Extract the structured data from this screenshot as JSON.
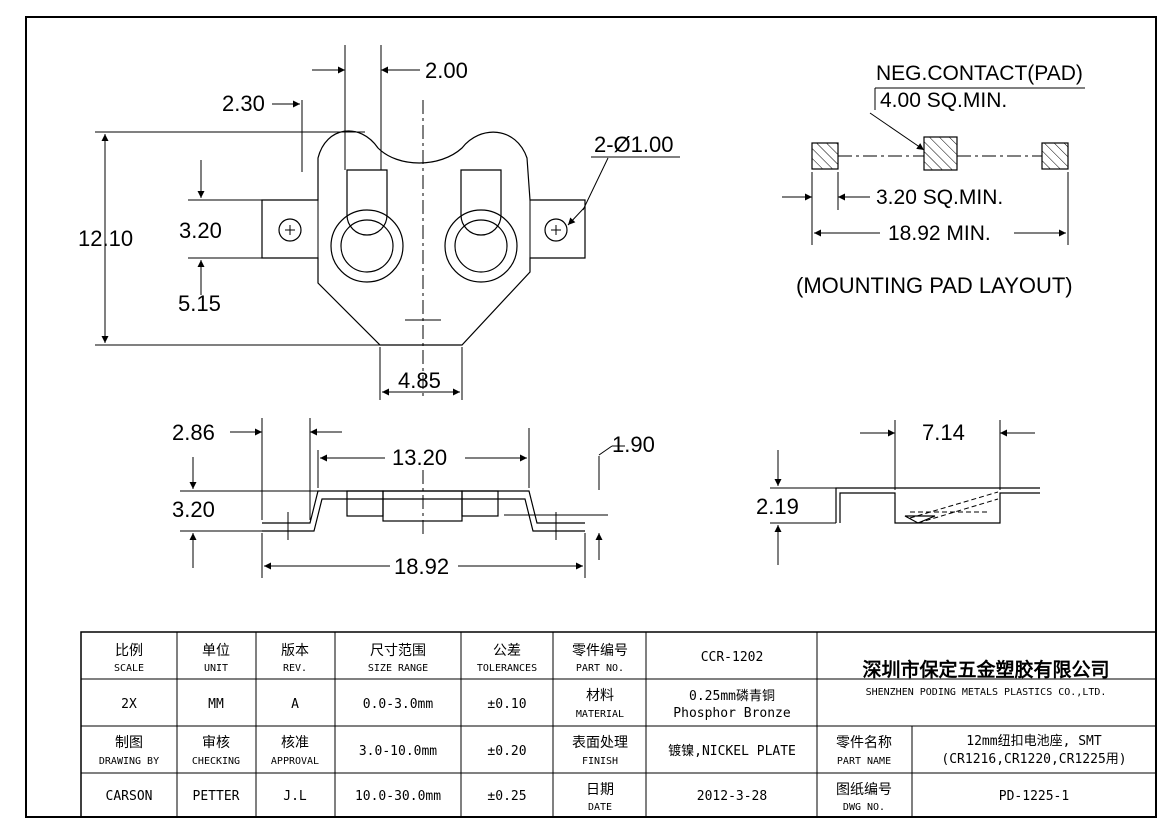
{
  "dims": {
    "d200": "2.00",
    "d230": "2.30",
    "hole": "2-Ø1.00",
    "d1210": "12.10",
    "d320": "3.20",
    "d515": "5.15",
    "d485": "4.85",
    "d286": "2.86",
    "d1320": "13.20",
    "d190": "1.90",
    "d320b": "3.20",
    "d1892": "18.92",
    "d714": "7.14",
    "d219": "2.19"
  },
  "pad_layout": {
    "neg_contact": "NEG.CONTACT(PAD)",
    "sq400": "4.00 SQ.MIN.",
    "sq320": "3.20 SQ.MIN.",
    "min1892": "18.92 MIN.",
    "title": "(MOUNTING PAD LAYOUT)"
  },
  "title_block": {
    "scale_cn": "比例",
    "scale_en": "SCALE",
    "unit_cn": "单位",
    "unit_en": "UNIT",
    "rev_cn": "版本",
    "rev_en": "REV.",
    "size_cn": "尺寸范围",
    "size_en": "SIZE RANGE",
    "tol_cn": "公差",
    "tol_en": "TOLERANCES",
    "partno_cn": "零件编号",
    "partno_en": "PART NO.",
    "partno_val": "CCR-1202",
    "company_cn": "深圳市保定五金塑胶有限公司",
    "company_en": "SHENZHEN PODING METALS PLASTICS CO.,LTD.",
    "scale_val": "2X",
    "unit_val": "MM",
    "rev_val": "A",
    "range1": "0.0-3.0mm",
    "tol1": "±0.10",
    "material_cn": "材料",
    "material_en": "MATERIAL",
    "material_val1": "0.25mm磷青铜",
    "material_val2": "Phosphor Bronze",
    "drawing_cn": "制图",
    "drawing_en": "DRAWING BY",
    "checking_cn": "审核",
    "checking_en": "CHECKING",
    "approval_cn": "核准",
    "approval_en": "APPROVAL",
    "range2": "3.0-10.0mm",
    "tol2": "±0.20",
    "finish_cn": "表面处理",
    "finish_en": "FINISH",
    "finish_val": "镀镍,NICKEL PLATE",
    "partname_cn": "零件名称",
    "partname_en": "PART NAME",
    "partname_val1": "12mm纽扣电池座, SMT",
    "partname_val2": "(CR1216,CR1220,CR1225用)",
    "drawer": "CARSON",
    "checker": "PETTER",
    "approver": "J.L",
    "range3": "10.0-30.0mm",
    "tol3": "±0.25",
    "date_cn": "日期",
    "date_en": "DATE",
    "date_val": "2012-3-28",
    "dwgno_cn": "图纸编号",
    "dwgno_en": "DWG NO.",
    "dwgno_val": "PD-1225-1"
  }
}
